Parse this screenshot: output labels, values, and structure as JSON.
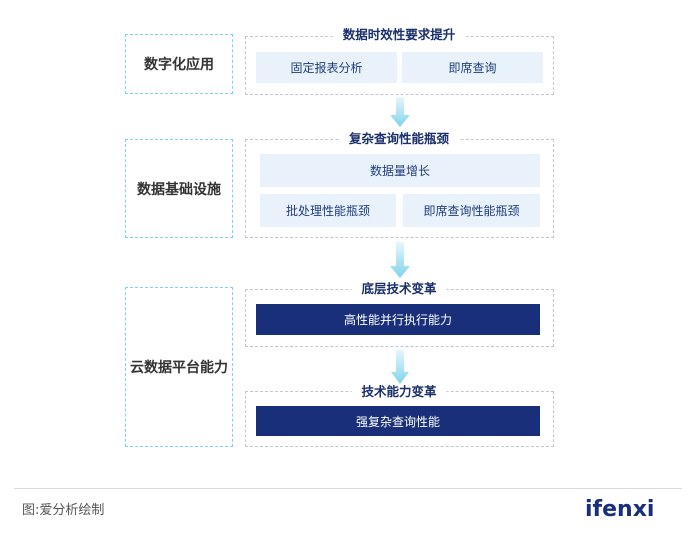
{
  "left_labels": [
    "数字化应用",
    "数据基础设施",
    "云数据平台能力"
  ],
  "groups": [
    {
      "title": "数据时效性要求提升",
      "cells": [
        "固定报表分析",
        "即席查询"
      ]
    },
    {
      "title": "复杂查询性能瓶颈",
      "cells": [
        "数据量增长",
        "批处理性能瓶颈",
        "即席查询性能瓶颈"
      ]
    },
    {
      "title": "底层技术变革",
      "cells": [
        "高性能并行执行能力"
      ]
    },
    {
      "title": "技术能力变革",
      "cells": [
        "强复杂查询性能"
      ]
    }
  ],
  "footer": {
    "caption": "图:爱分析绘制",
    "logo": "ifenxi"
  },
  "colors": {
    "accent_cyan": "#7fd3ee",
    "navy": "#1a2f7a",
    "light_cell": "#e9f2fb",
    "title_text": "#1b2f6b"
  }
}
